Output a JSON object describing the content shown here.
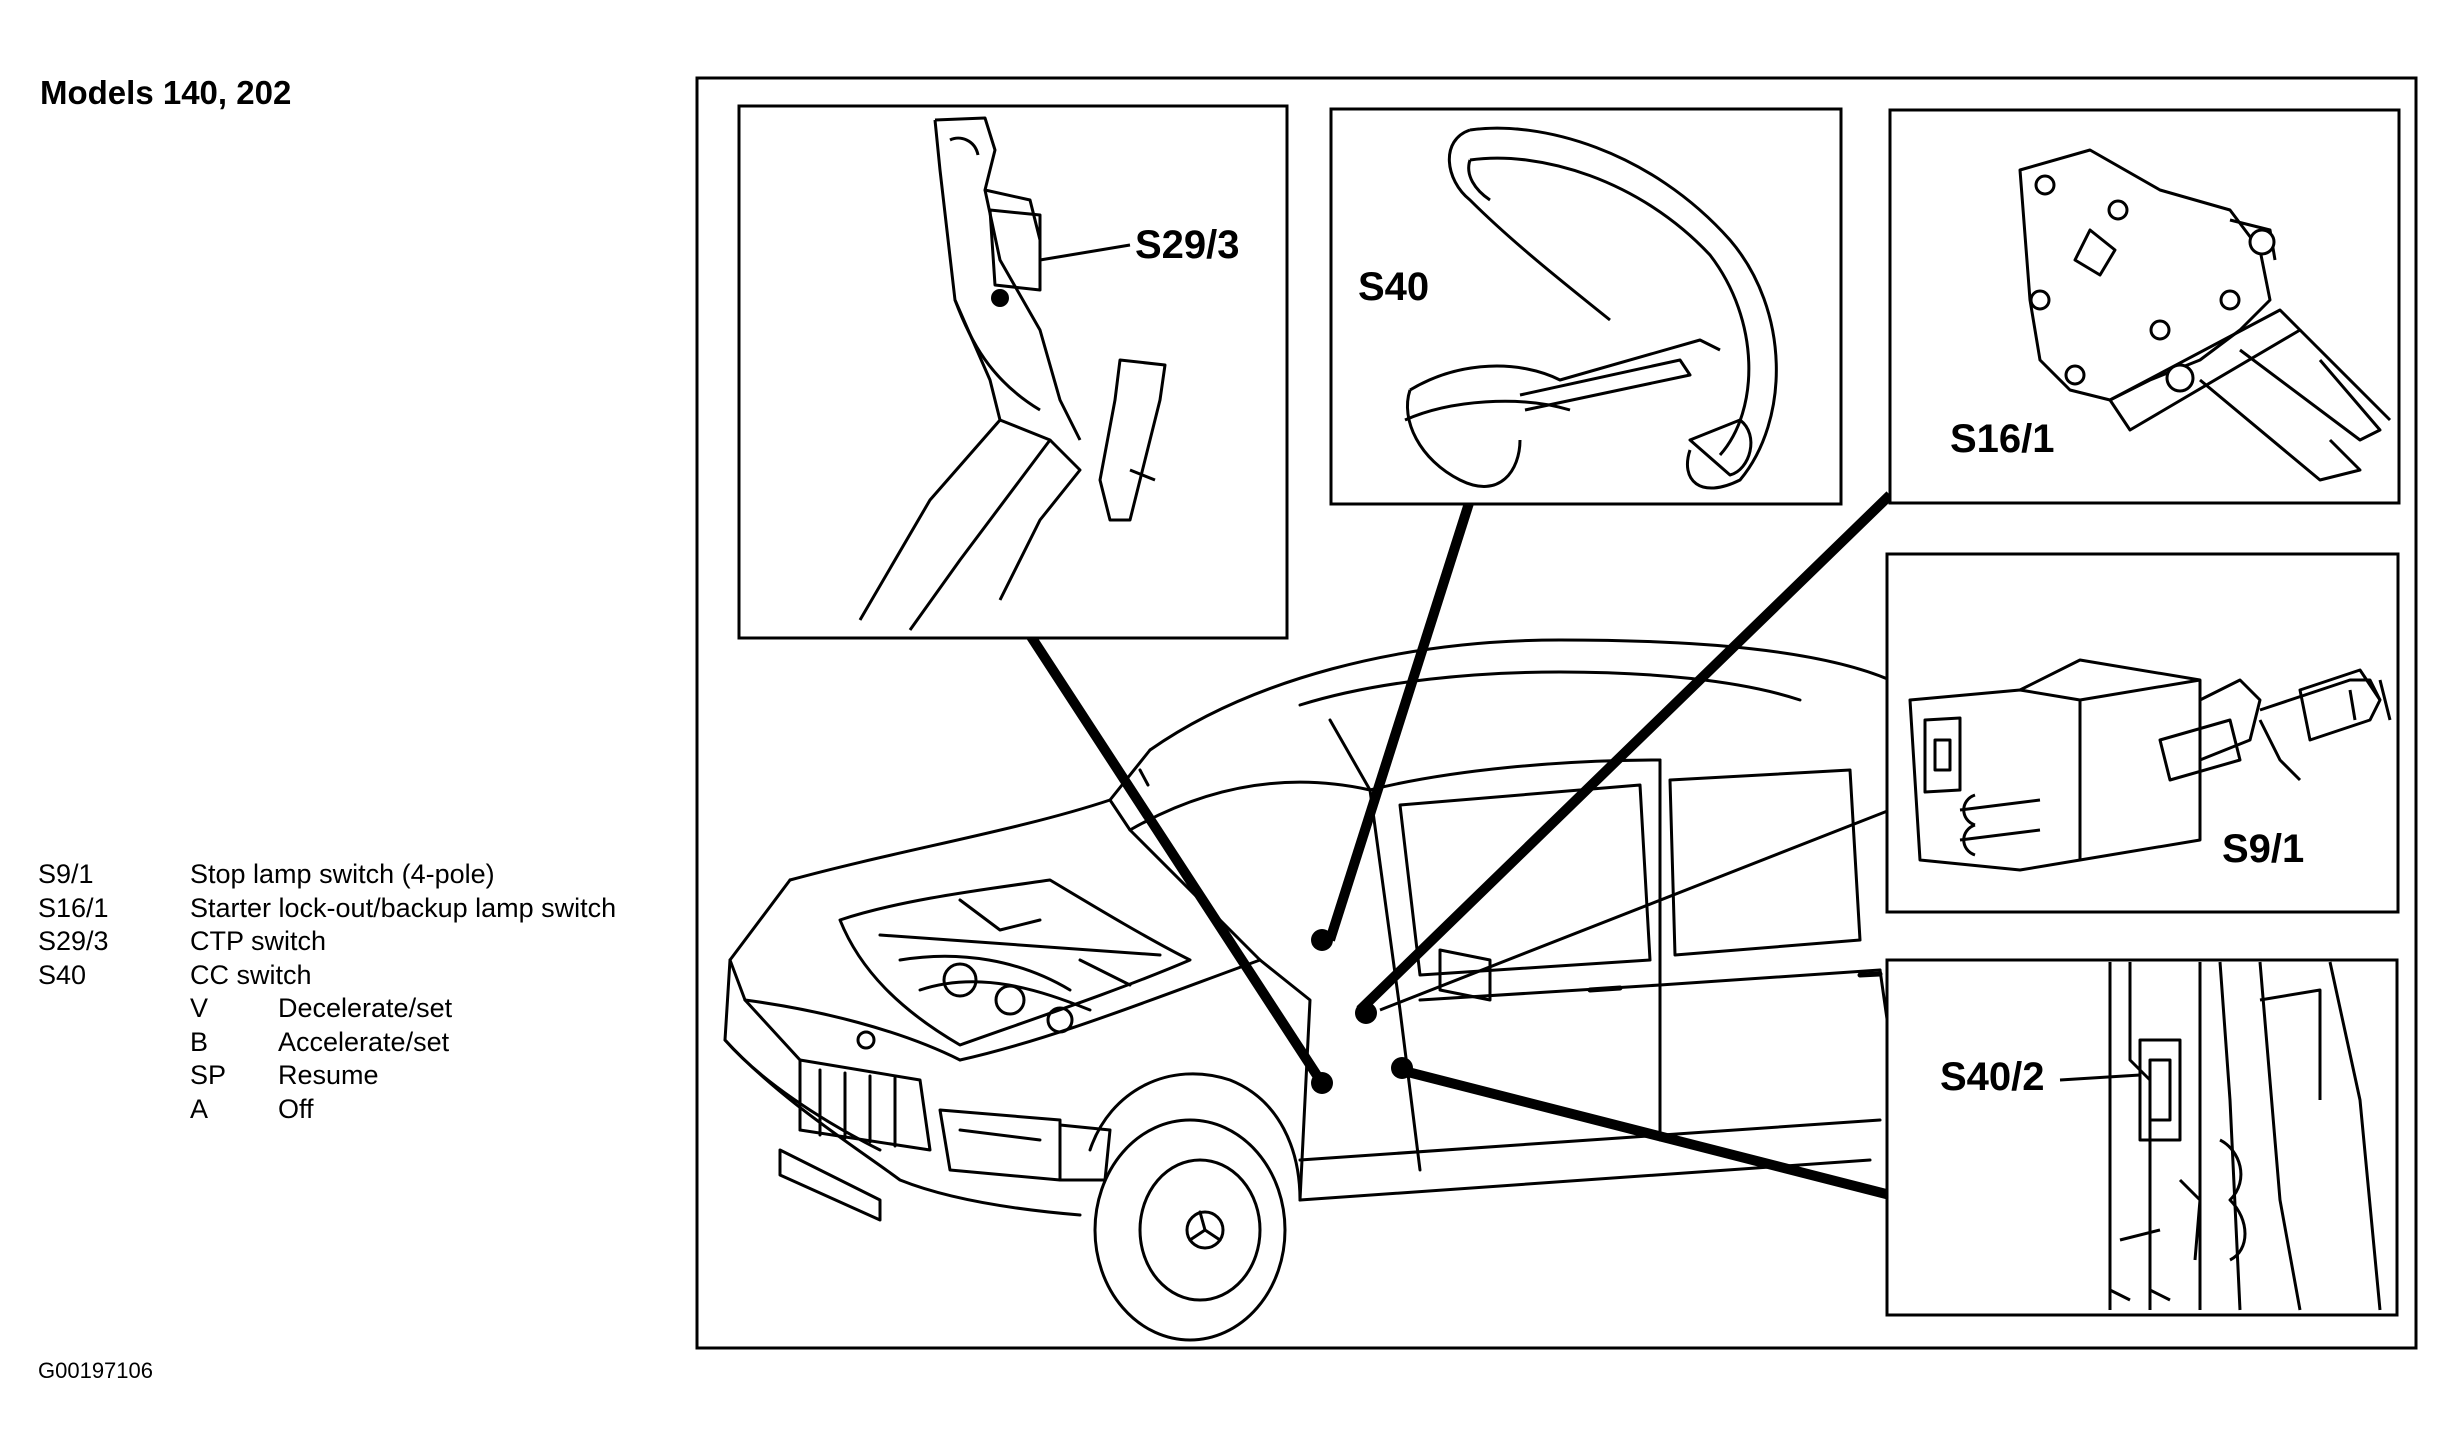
{
  "title": "Models 140, 202",
  "legend": [
    {
      "code": "S9/1",
      "desc": "Stop lamp switch (4-pole)"
    },
    {
      "code": "S16/1",
      "desc": "Starter lock-out/backup lamp switch"
    },
    {
      "code": "S29/3",
      "desc": "CTP switch"
    },
    {
      "code": "S40",
      "desc": "CC switch"
    }
  ],
  "legend_sub": [
    {
      "code": "V",
      "desc": "Decelerate/set"
    },
    {
      "code": "B",
      "desc": "Accelerate/set"
    },
    {
      "code": "SP",
      "desc": "Resume"
    },
    {
      "code": "A",
      "desc": "Off"
    }
  ],
  "callouts": {
    "s29_3": "S29/3",
    "s40": "S40",
    "s16_1": "S16/1",
    "s9_1": "S9/1",
    "s40_2": "S40/2"
  },
  "figure_id": "G00197106"
}
